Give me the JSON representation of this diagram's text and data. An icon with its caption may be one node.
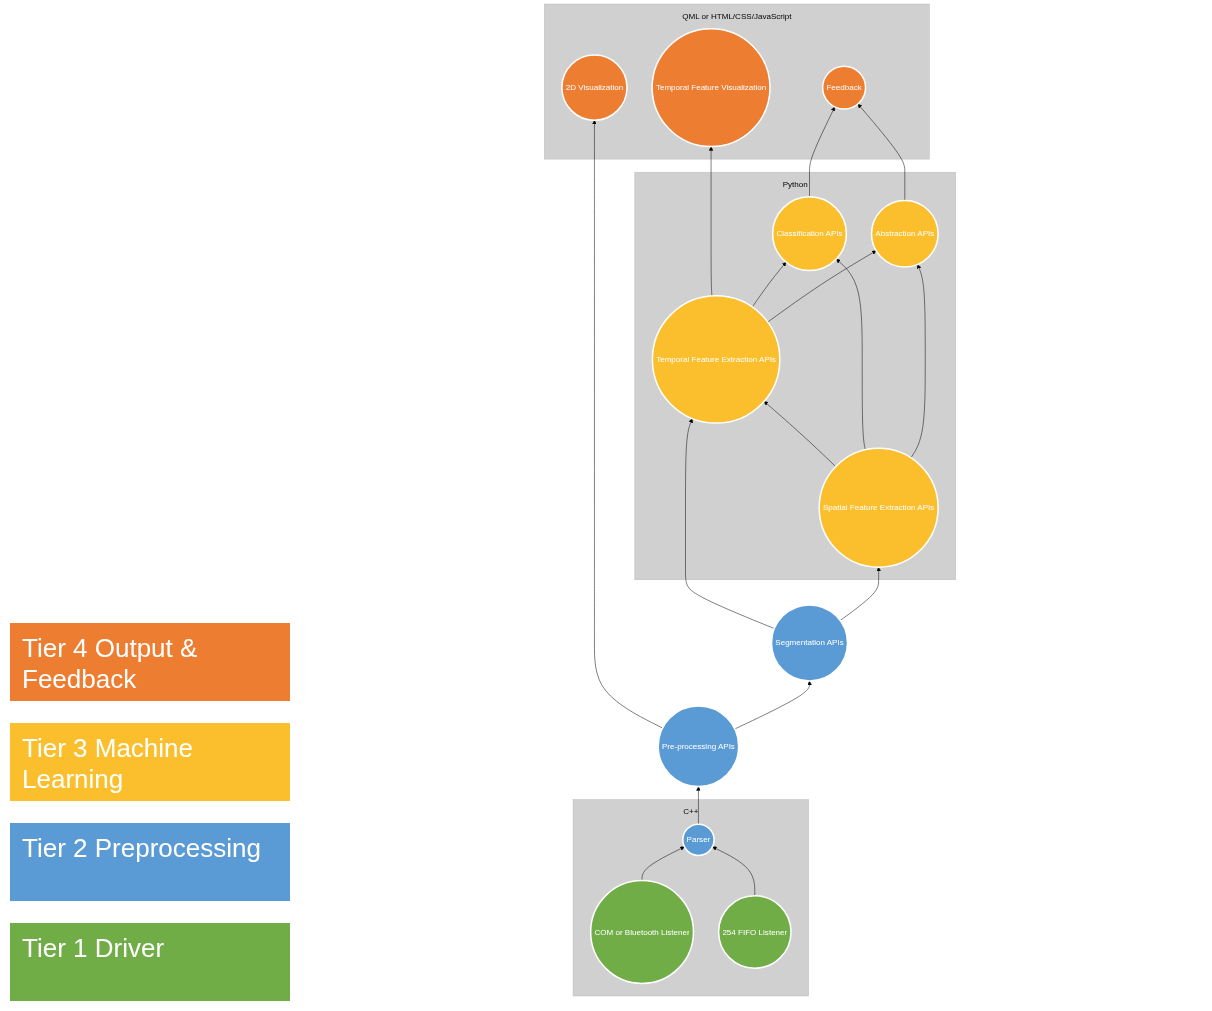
{
  "diagram": {
    "nodes": [
      {
        "text": [
          "QML or HTML/CSS/JavaScript"
        ]
      },
      {
        "text": [
          "Feedback"
        ],
        "in": 0
      },
      {
        "text": [
          "Temporal Feature Visualization"
        ],
        "in": 0
      },
      {
        "text": [
          "2D Visualization"
        ],
        "in": 0
      },
      {
        "text": [
          "Python"
        ]
      },
      {
        "text": [
          "Abstraction APIs"
        ],
        "in": 4
      },
      {
        "text": [
          "Classification APIs"
        ],
        "in": 4
      },
      {
        "text": [
          "Temporal Feature Extraction APIs"
        ],
        "in": 4
      },
      {
        "text": [
          "Spatial Feature Extraction APIs"
        ],
        "in": 4
      },
      {
        "text": [
          "Pre-processing APIs"
        ]
      },
      {
        "text": [
          "Segmentation APIs"
        ]
      },
      {
        "text": [
          "C++"
        ]
      },
      {
        "text": [
          "Parser"
        ],
        "in": 11
      },
      {
        "text": [
          "COM or Bluetooth Listener"
        ],
        "in": 11
      },
      {
        "text": [
          "254 FIFO Listener"
        ],
        "in": 11
      }
    ],
    "edges": [
      {
        "from": 5,
        "to": 1,
        "arrow": "to"
      },
      {
        "from": 6,
        "to": 1,
        "arrow": "to"
      },
      {
        "from": 7,
        "to": 2,
        "arrow": "to"
      },
      {
        "from": 9,
        "to": 3,
        "arrow": "to"
      },
      {
        "from": 7,
        "to": 6,
        "arrow": "to"
      },
      {
        "from": 7,
        "to": 5,
        "arrow": "to"
      },
      {
        "from": 8,
        "to": 7,
        "arrow": "to"
      },
      {
        "from": 8,
        "to": 6,
        "arrow": "to"
      },
      {
        "from": 8,
        "to": 5,
        "arrow": "to"
      },
      {
        "from": 10,
        "to": 7,
        "arrow": "to"
      },
      {
        "from": 10,
        "to": 8,
        "arrow": "to"
      },
      {
        "from": 9,
        "to": 10,
        "arrow": "to"
      },
      {
        "from": 12,
        "to": 9,
        "arrow": "to"
      },
      {
        "from": 13,
        "to": 12,
        "arrow": "to"
      },
      {
        "from": 14,
        "to": 12,
        "arrow": "to"
      }
    ],
    "legend": [
      {
        "text": "Tier 4 Output & Feedback",
        "color": "#ed7d31"
      },
      {
        "text": "Tier 3 Machine Learning",
        "color": "#fbbf2d"
      },
      {
        "text": "Tier 2 Preprocessing",
        "color": "#5b9bd5"
      },
      {
        "text": "Tier 1 Driver",
        "color": "#70ad47"
      }
    ]
  }
}
